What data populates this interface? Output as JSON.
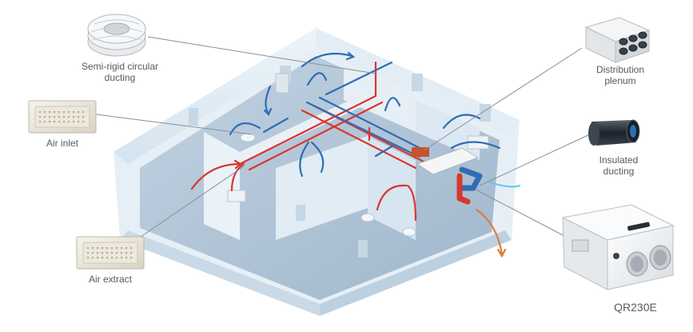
{
  "diagram": {
    "components": [
      {
        "id": "semi-rigid",
        "label_lines": [
          "Semi-rigid circular",
          "ducting"
        ]
      },
      {
        "id": "air-inlet",
        "label_lines": [
          "Air inlet"
        ]
      },
      {
        "id": "air-extract",
        "label_lines": [
          "Air extract"
        ]
      },
      {
        "id": "plenum",
        "label_lines": [
          "Distribution",
          "plenum"
        ]
      },
      {
        "id": "insulated",
        "label_lines": [
          "Insulated",
          "ducting"
        ]
      },
      {
        "id": "unit",
        "label_lines": [
          "QR230E"
        ]
      }
    ],
    "colors": {
      "supply_air": "#2f6db3",
      "extract_air": "#d9362e",
      "exhaust_air": "#e07a3c",
      "intake_air": "#6cc4ee",
      "building": "#dbe9f3",
      "floor": "#aec2d5",
      "leader_line": "#8a8f94",
      "label_text": "#555a60"
    }
  }
}
